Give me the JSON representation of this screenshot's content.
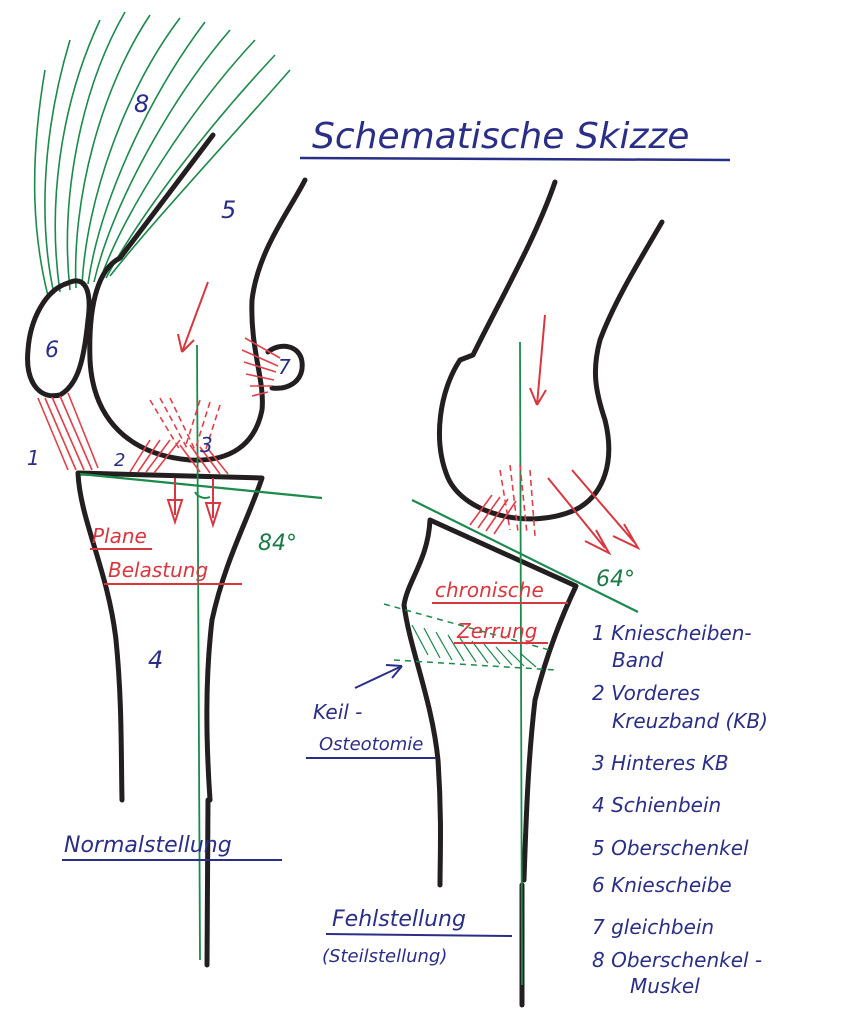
{
  "title": "Schematische Skizze",
  "left_figure": {
    "caption": "Normalstellung",
    "label_line1": "Plane",
    "label_line2": "Belastung",
    "angle": "84°",
    "numbers": {
      "n1": "1",
      "n2": "2",
      "n3": "3",
      "n4": "4",
      "n5": "5",
      "n6": "6",
      "n7": "7",
      "n8": "8"
    }
  },
  "right_figure": {
    "caption_line1": "Fehlstellung",
    "caption_line2": "(Steilstellung)",
    "label_line1": "chronische",
    "label_line2": "Zerrung",
    "angle": "64°",
    "wedge_line1": "Keil -",
    "wedge_line2": "Osteotomie"
  },
  "legend": [
    {
      "line1": "1 Kniescheiben-",
      "line2": "Band"
    },
    {
      "line1": "2 Vorderes",
      "line2": "Kreuzband (KB)"
    },
    {
      "line1": "3 Hinteres KB",
      "line2": ""
    },
    {
      "line1": "4 Schienbein",
      "line2": ""
    },
    {
      "line1": "5 Oberschenkel",
      "line2": ""
    },
    {
      "line1": "6 Kniescheibe",
      "line2": ""
    },
    {
      "line1": "7 gleichbein",
      "line2": ""
    },
    {
      "line1": "8 Oberschenkel -",
      "line2": "Muskel"
    }
  ],
  "colors": {
    "ink_blue": "#2b2e86",
    "ink_red": "#d9373f",
    "ink_green": "#1b7a45",
    "ink_black": "#231f20"
  }
}
